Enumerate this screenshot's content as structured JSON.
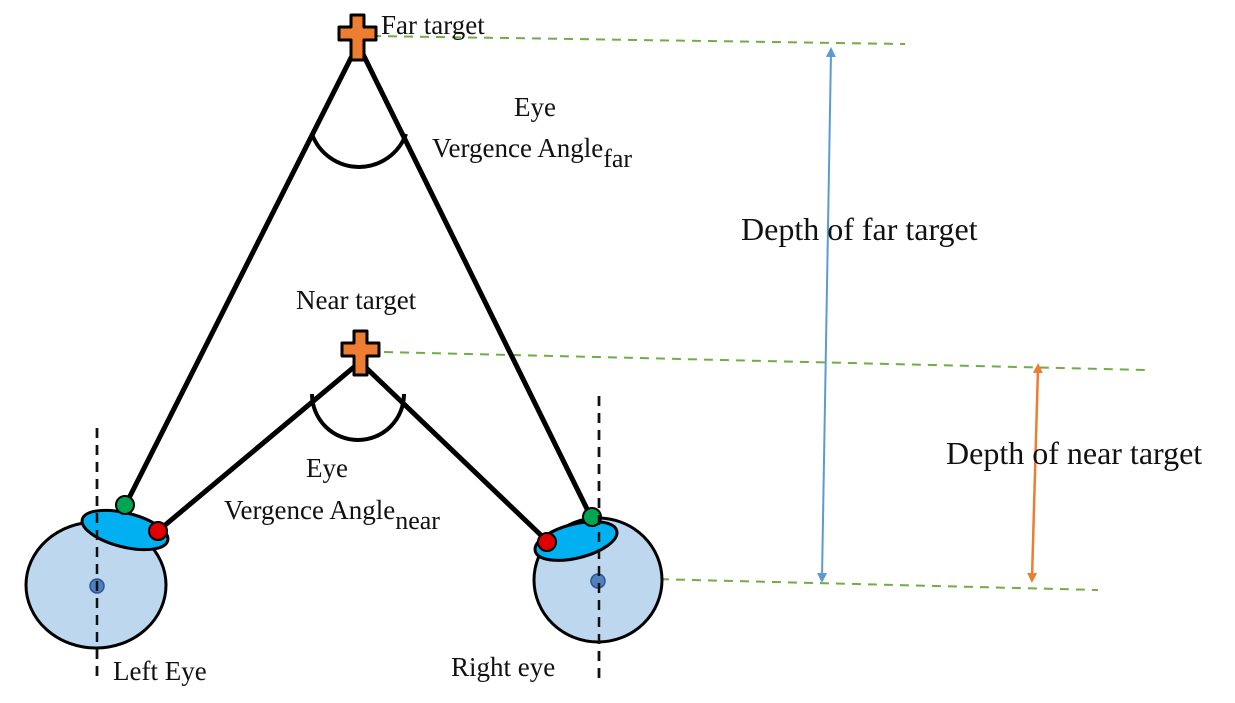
{
  "targets": {
    "far": {
      "label": "Far target"
    },
    "near": {
      "label": "Near target"
    }
  },
  "angles": {
    "far": {
      "line1": "Eye",
      "line2": "Vergence Angle",
      "subscript": "far"
    },
    "near": {
      "line1": "Eye",
      "line2": "Vergence Angle",
      "subscript": "near"
    }
  },
  "eyes": {
    "left": {
      "label": "Left Eye"
    },
    "right": {
      "label": "Right eye"
    }
  },
  "depths": {
    "far": {
      "label": "Depth of far target"
    },
    "near": {
      "label": "Depth of near target"
    }
  },
  "colors": {
    "target_fill": "#ED7D31",
    "guide_line": "#70AD47",
    "far_arrow": "#5B9BD5",
    "near_arrow": "#ED7D31",
    "eyeball": "#BDD7EE",
    "eyelid": "#00B0F0",
    "pupil": "#4F81BD",
    "marker_green": "#00A651",
    "marker_red": "#E00000"
  }
}
